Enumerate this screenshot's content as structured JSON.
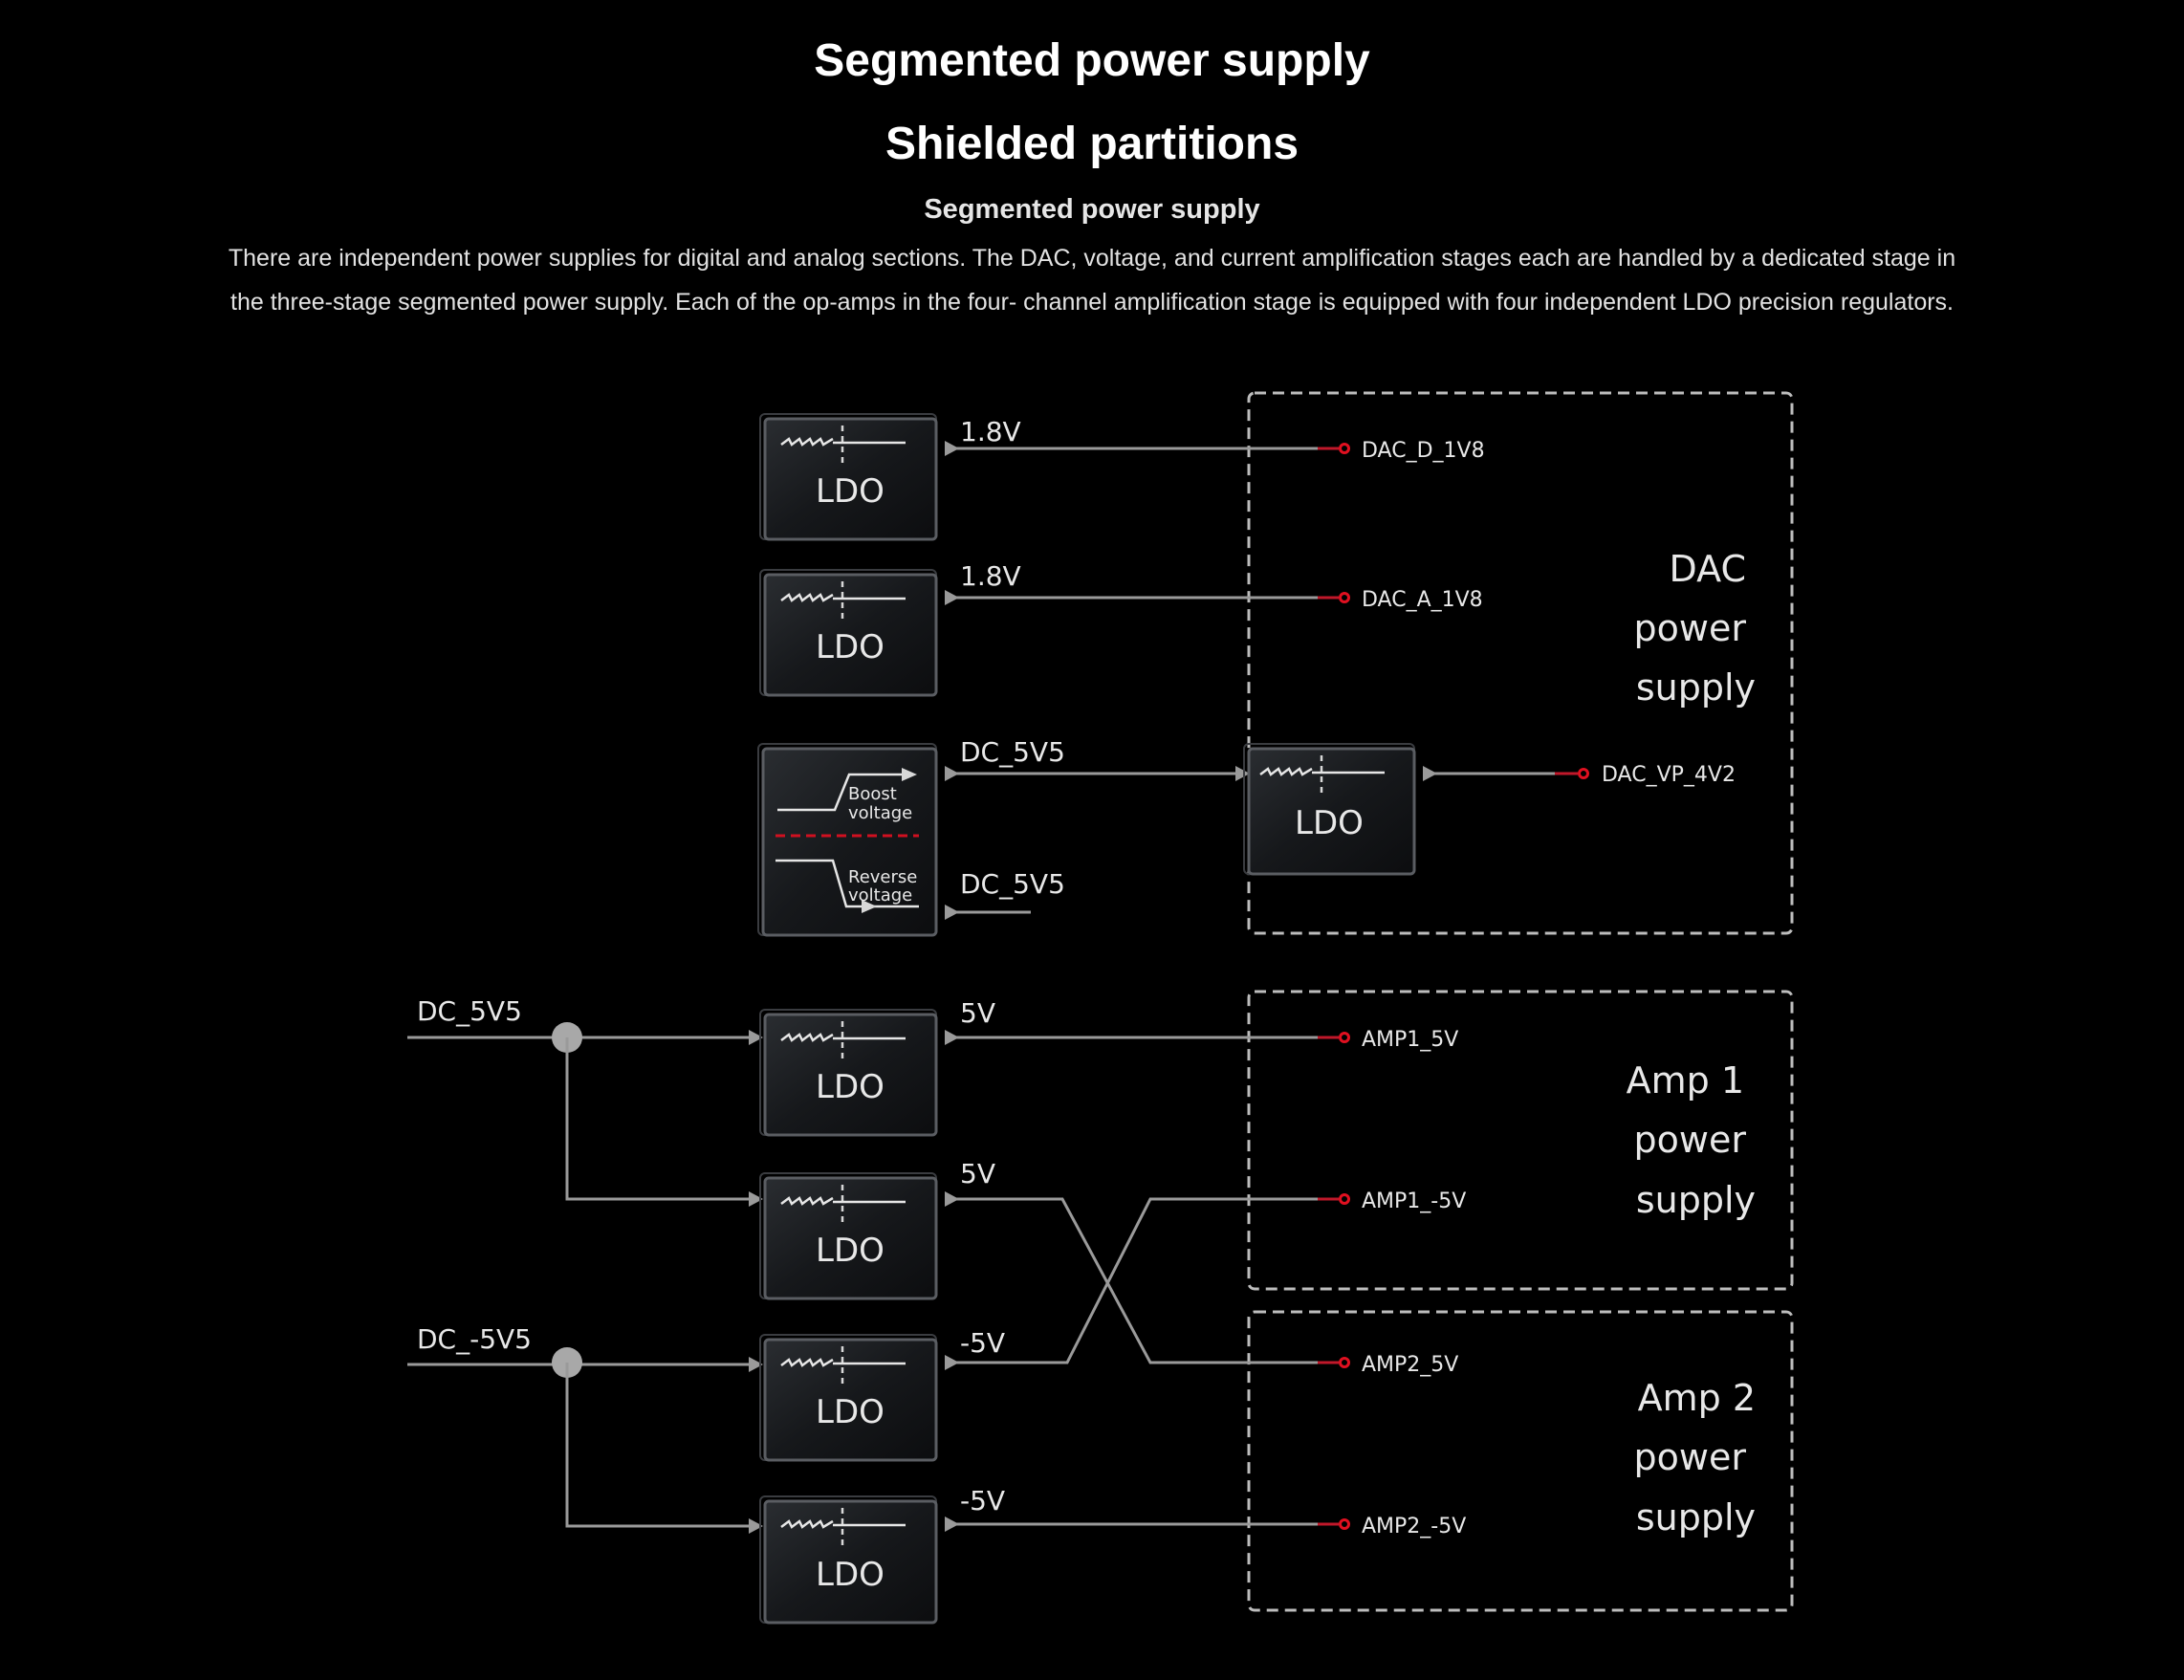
{
  "header": {
    "title": "Segmented power supply",
    "subtitle": "Shielded partitions",
    "section_title": "Segmented power supply",
    "description": "There are independent power supplies for digital and analog sections. The DAC, voltage, and current amplification stages each are handled by a dedicated stage in the three-stage segmented power supply. Each of the op-amps in the four- channel amplification stage is equipped with four independent LDO precision regulators."
  },
  "diagram": {
    "colors": {
      "background": "#000000",
      "wire": "#9a9a9a",
      "pin": "#e01020",
      "dashed_border": "#bdbdbd"
    },
    "ldo_label": "LDO",
    "converter": {
      "boost_label_1": "Boost",
      "boost_label_2": "voltage",
      "reverse_label_1": "Reverse",
      "reverse_label_2": "voltage"
    },
    "dac_outputs": [
      {
        "voltage": "1.8V",
        "net": "DAC_D_1V8"
      },
      {
        "voltage": "1.8V",
        "net": "DAC_A_1V8"
      },
      {
        "voltage": "DC_5V5",
        "net": "DAC_VP_4V2"
      },
      {
        "voltage": "DC_5V5"
      }
    ],
    "inputs": [
      {
        "label": "DC_5V5"
      },
      {
        "label": "DC_-5V5"
      }
    ],
    "amp_ldo_outputs": [
      "5V",
      "5V",
      "-5V",
      "-5V"
    ],
    "amp_nets": [
      "AMP1_5V",
      "AMP1_-5V",
      "AMP2_5V",
      "AMP2_-5V"
    ],
    "groups": [
      {
        "line1": "DAC",
        "line2": "power",
        "line3": "supply"
      },
      {
        "line1": "Amp 1",
        "line2": "power",
        "line3": "supply"
      },
      {
        "line1": "Amp 2",
        "line2": "power",
        "line3": "supply"
      }
    ]
  }
}
